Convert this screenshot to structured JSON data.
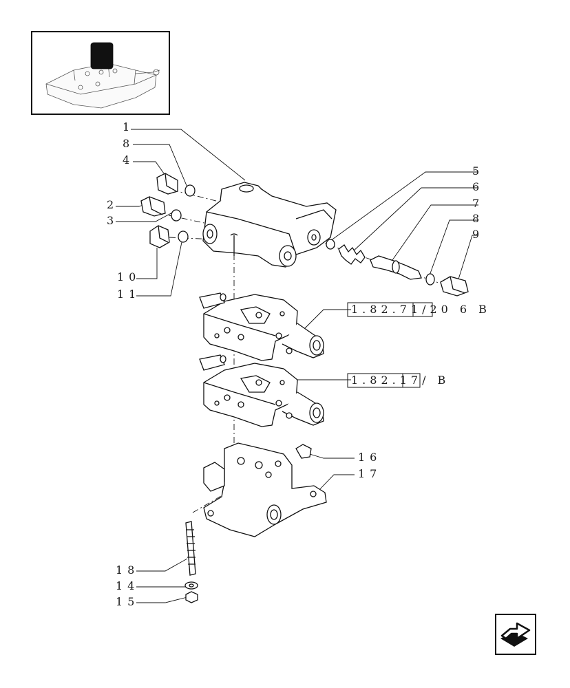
{
  "labels": {
    "p1": "1",
    "p8a": "8",
    "p4": "4",
    "p2": "2",
    "p3": "3",
    "p10": "10",
    "p11": "11",
    "p5": "5",
    "p6": "6",
    "p7": "7",
    "p8b": "8",
    "p9": "9",
    "p16": "16",
    "p17": "17",
    "p18": "18",
    "p14": "14",
    "p15": "15"
  },
  "refs": {
    "ref_a": "1.82.71/20 6 B",
    "ref_b": "1.82.17/ B"
  },
  "icons": {
    "thumbnail": "tractor-lift-thumbnail",
    "nav": "page-turn-arrow-icon"
  }
}
